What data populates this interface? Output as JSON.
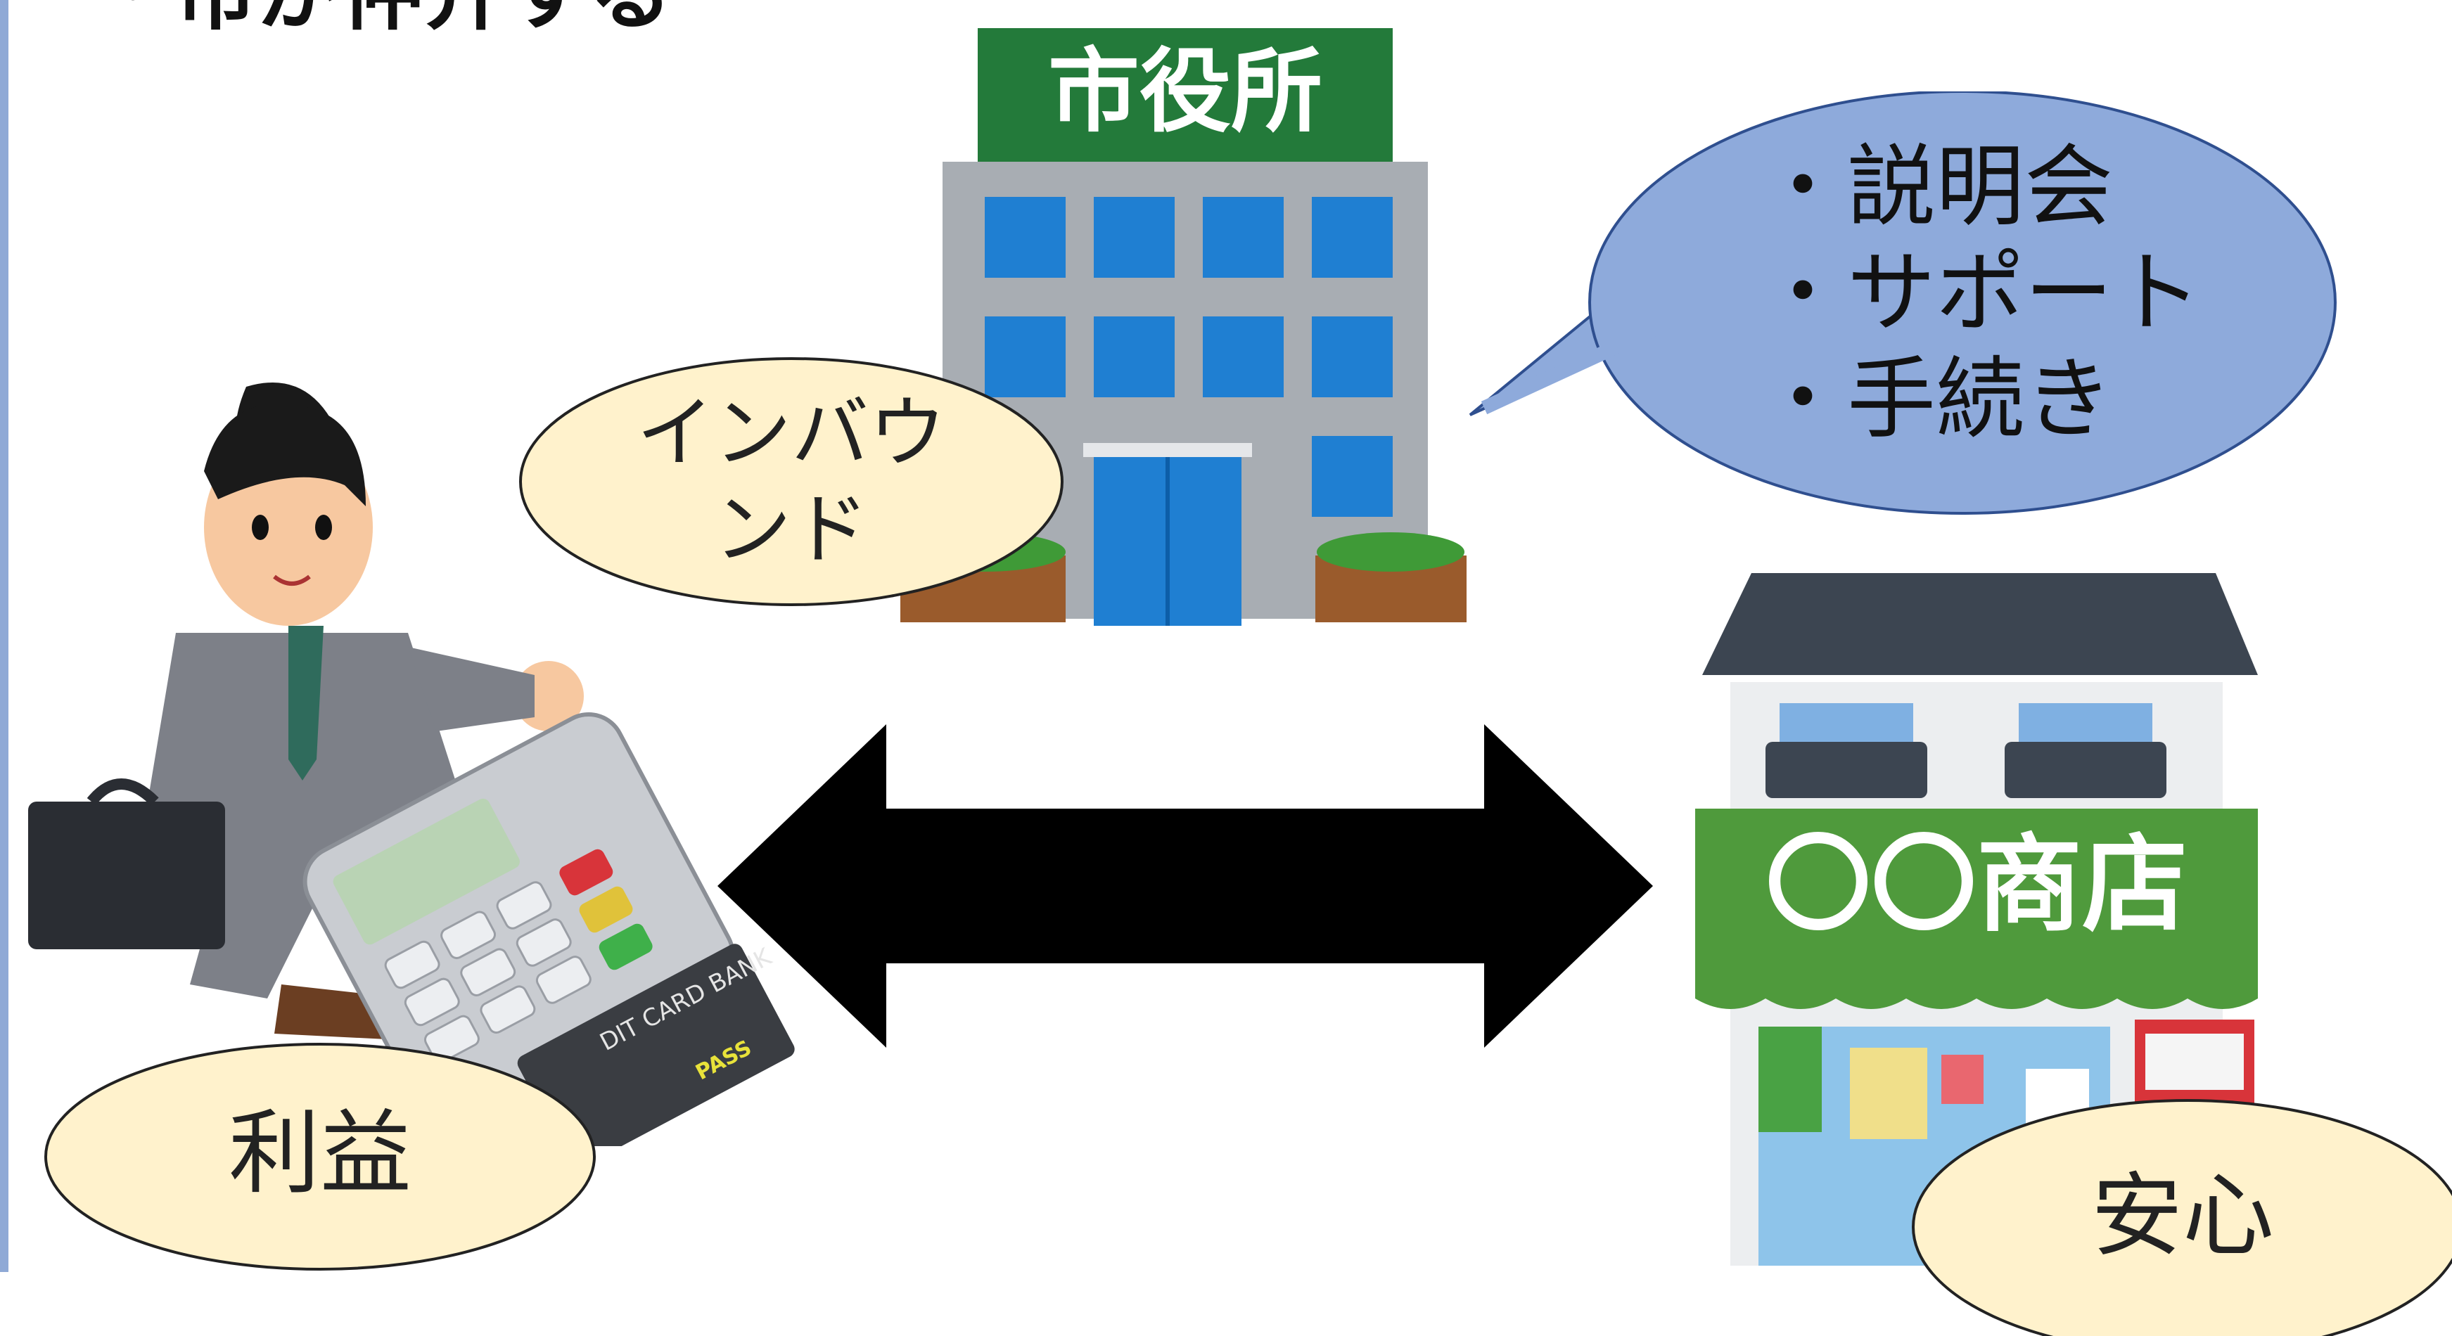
{
  "title": "・市が仲介する",
  "city_hall": {
    "sign": "市役所"
  },
  "speech_bubble": {
    "items": [
      "・説明会",
      "・サポート",
      "・手続き"
    ]
  },
  "labels": {
    "inbound": "インバウ\nンド",
    "profit": "利益",
    "relief": "安心"
  },
  "shop": {
    "sign": "〇〇商店"
  },
  "card": {
    "text": "DIT CARD BANK",
    "pass": "PASS"
  },
  "colors": {
    "bubble_fill": "#8eaadb",
    "ellipse_fill": "#fff2cc",
    "city_sign_green": "#237a3a",
    "shop_green": "#4f9a3c",
    "arrow": "#000000"
  }
}
